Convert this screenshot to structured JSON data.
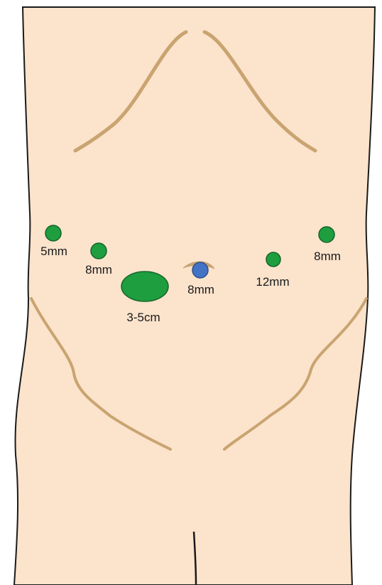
{
  "colors": {
    "skin": "#FBE3CC",
    "outline": "#1a1a1a",
    "crease": "#C9A470",
    "port_green": "#1E9E3E",
    "port_green_border": "#15652A",
    "umbilical_blue": "#4472C4",
    "umbilical_blue_border": "#2E4E8C"
  },
  "icons": {
    "umbilicus": "navel-icon"
  },
  "ports": [
    {
      "id": "port-5mm-right-flank",
      "label": "5mm",
      "color": "green"
    },
    {
      "id": "port-8mm-right",
      "label": "8mm",
      "color": "green"
    },
    {
      "id": "port-3-5cm-extraction",
      "label": "3-5cm",
      "color": "green"
    },
    {
      "id": "port-8mm-umbilical",
      "label": "8mm",
      "color": "blue"
    },
    {
      "id": "port-12mm-left",
      "label": "12mm",
      "color": "green"
    },
    {
      "id": "port-8mm-left-flank",
      "label": "8mm",
      "color": "green"
    }
  ]
}
